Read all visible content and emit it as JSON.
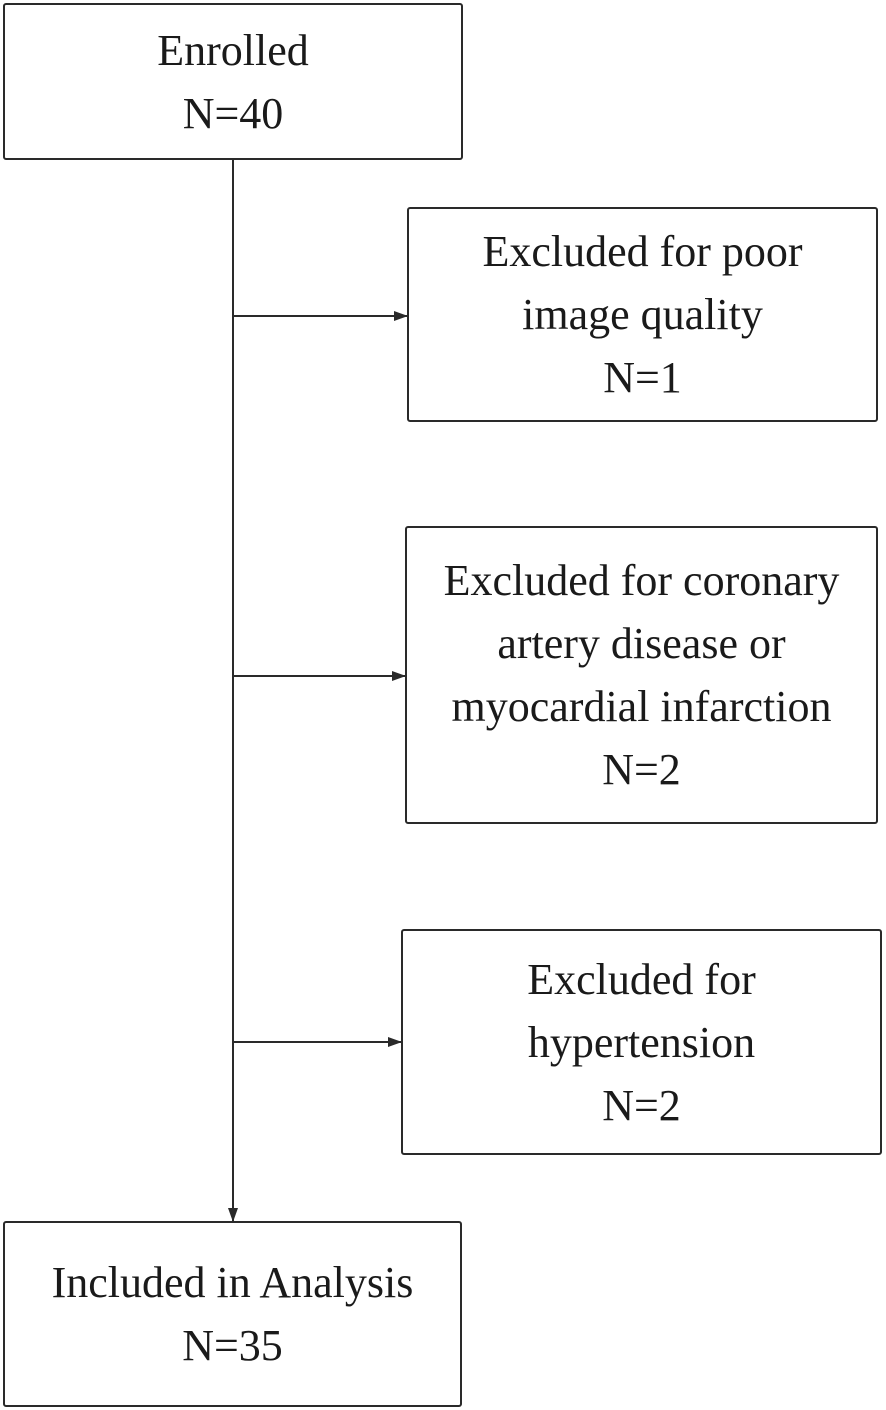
{
  "enrolled": {
    "label": "Enrolled",
    "count": "N=40"
  },
  "exclusions": [
    {
      "lines": [
        "Excluded for poor",
        "image quality"
      ],
      "count": "N=1"
    },
    {
      "lines": [
        "Excluded for coronary",
        "artery disease or",
        "myocardial infarction"
      ],
      "count": "N=2"
    },
    {
      "lines": [
        "Excluded for",
        "hypertension"
      ],
      "count": "N=2"
    }
  ],
  "included": {
    "label": "Included in Analysis",
    "count": "N=35"
  },
  "colors": {
    "line": "#2a2a2a",
    "box_border": "#2a2a2a",
    "text": "#1a1a1a",
    "background": "#ffffff"
  }
}
